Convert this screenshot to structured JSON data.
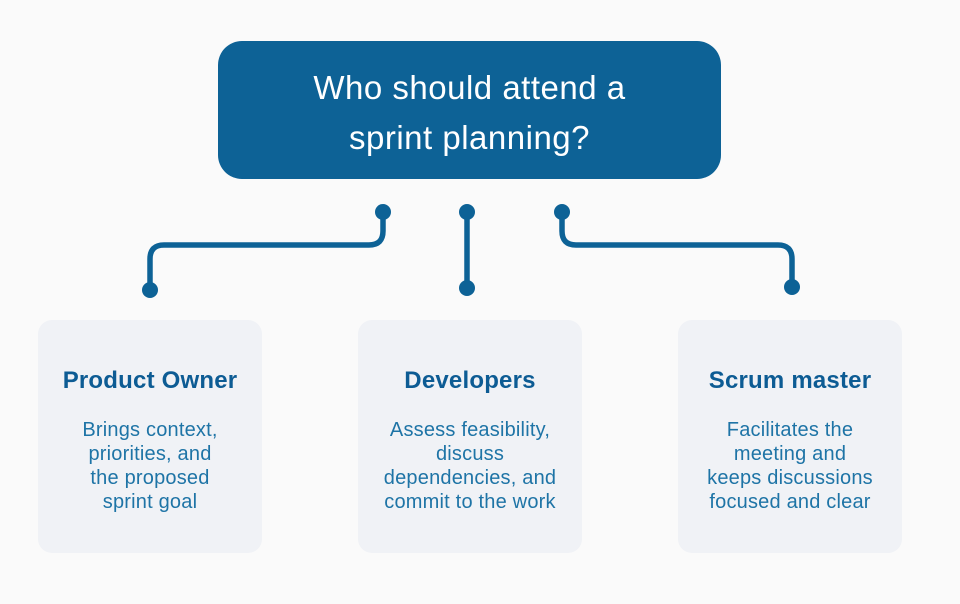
{
  "diagram": {
    "title": {
      "lines": [
        "Who should attend a",
        "sprint planning?"
      ]
    },
    "cards": [
      {
        "heading": "Product Owner",
        "body_lines": [
          "Brings context,",
          "priorities, and",
          "the proposed",
          "sprint goal"
        ]
      },
      {
        "heading": "Developers",
        "body_lines": [
          "Assess feasibility,",
          "discuss",
          "dependencies, and",
          "commit to the work"
        ]
      },
      {
        "heading": "Scrum master",
        "body_lines": [
          "Facilitates the",
          "meeting and",
          "keeps discussions",
          "focused and clear"
        ]
      }
    ],
    "colors": {
      "primary_blue": "#0d6296",
      "page_bg": "#fafafa",
      "card_bg": "#f0f2f6",
      "heading_text": "#0d5c94",
      "body_text": "#1e74a6",
      "title_text": "#ffffff"
    }
  }
}
